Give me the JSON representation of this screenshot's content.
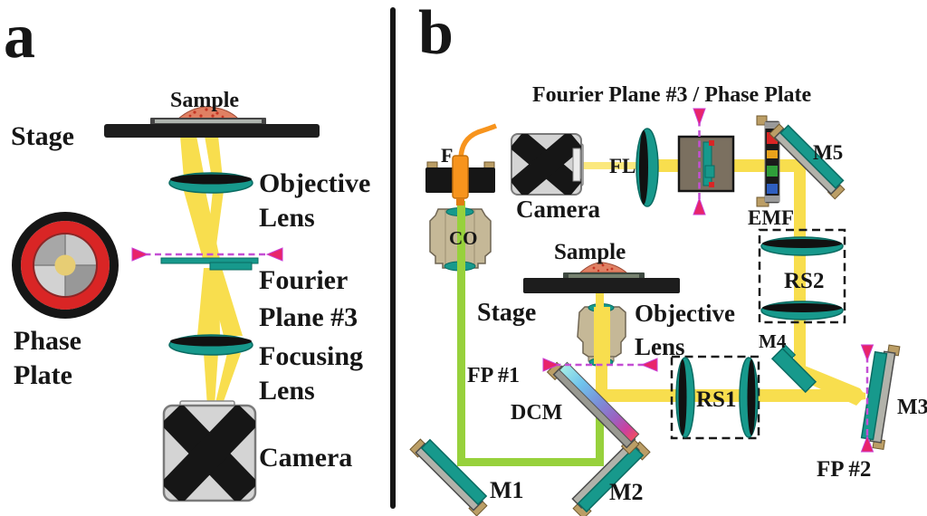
{
  "figure": {
    "panel_a": {
      "letter": "a",
      "labels": {
        "stage": "Stage",
        "sample": "Sample",
        "objective_lens": "Objective\nLens",
        "fourier_plane": "Fourier\nPlane #3",
        "focusing_lens": "Focusing\nLens",
        "camera": "Camera",
        "phase_plate": "Phase\nPlate"
      }
    },
    "panel_b": {
      "letter": "b",
      "title": "Fourier Plane #3 / Phase Plate",
      "labels": {
        "fiber": "F",
        "camera": "Camera",
        "collimating_optics": "CO",
        "focusing_lens": "FL",
        "emission_filter": "EMF",
        "mirror_5": "M5",
        "relay_system_2": "RS2",
        "mirror_4": "M4",
        "mirror_3": "M3",
        "focal_plane_2": "FP #2",
        "relay_system_1": "RS1",
        "sample": "Sample",
        "stage": "Stage",
        "objective_lens": "Objective\nLens",
        "focal_plane_1": "FP #1",
        "dichroic_mirror": "DCM",
        "mirror_1": "M1",
        "mirror_2": "M2"
      }
    },
    "colors": {
      "emission_beam_yellow": "#f8de4e",
      "excitation_beam_green": "#97d13c",
      "optic_teal": "#17998c",
      "housing_tan": "#c9bc95",
      "focal_plane_magenta": "#c44fd4",
      "arrow_red": "#e8246a",
      "fiber_orange": "#f7941d",
      "phase_ring_red": "#d92525"
    }
  }
}
